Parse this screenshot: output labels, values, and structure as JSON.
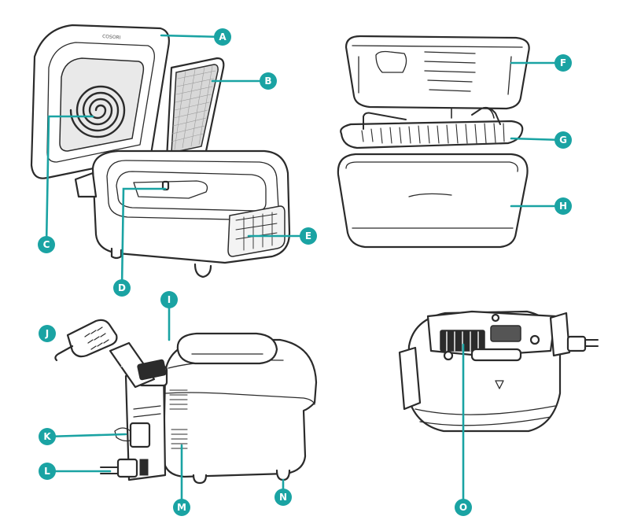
{
  "accent_color": "#1aa3a3",
  "device_small_text": "COSORI",
  "labels": {
    "A": "A",
    "B": "B",
    "C": "C",
    "D": "D",
    "E": "E",
    "F": "F",
    "G": "G",
    "H": "H",
    "I": "I",
    "J": "J",
    "K": "K",
    "L": "L",
    "M": "M",
    "N": "N",
    "O": "O"
  }
}
